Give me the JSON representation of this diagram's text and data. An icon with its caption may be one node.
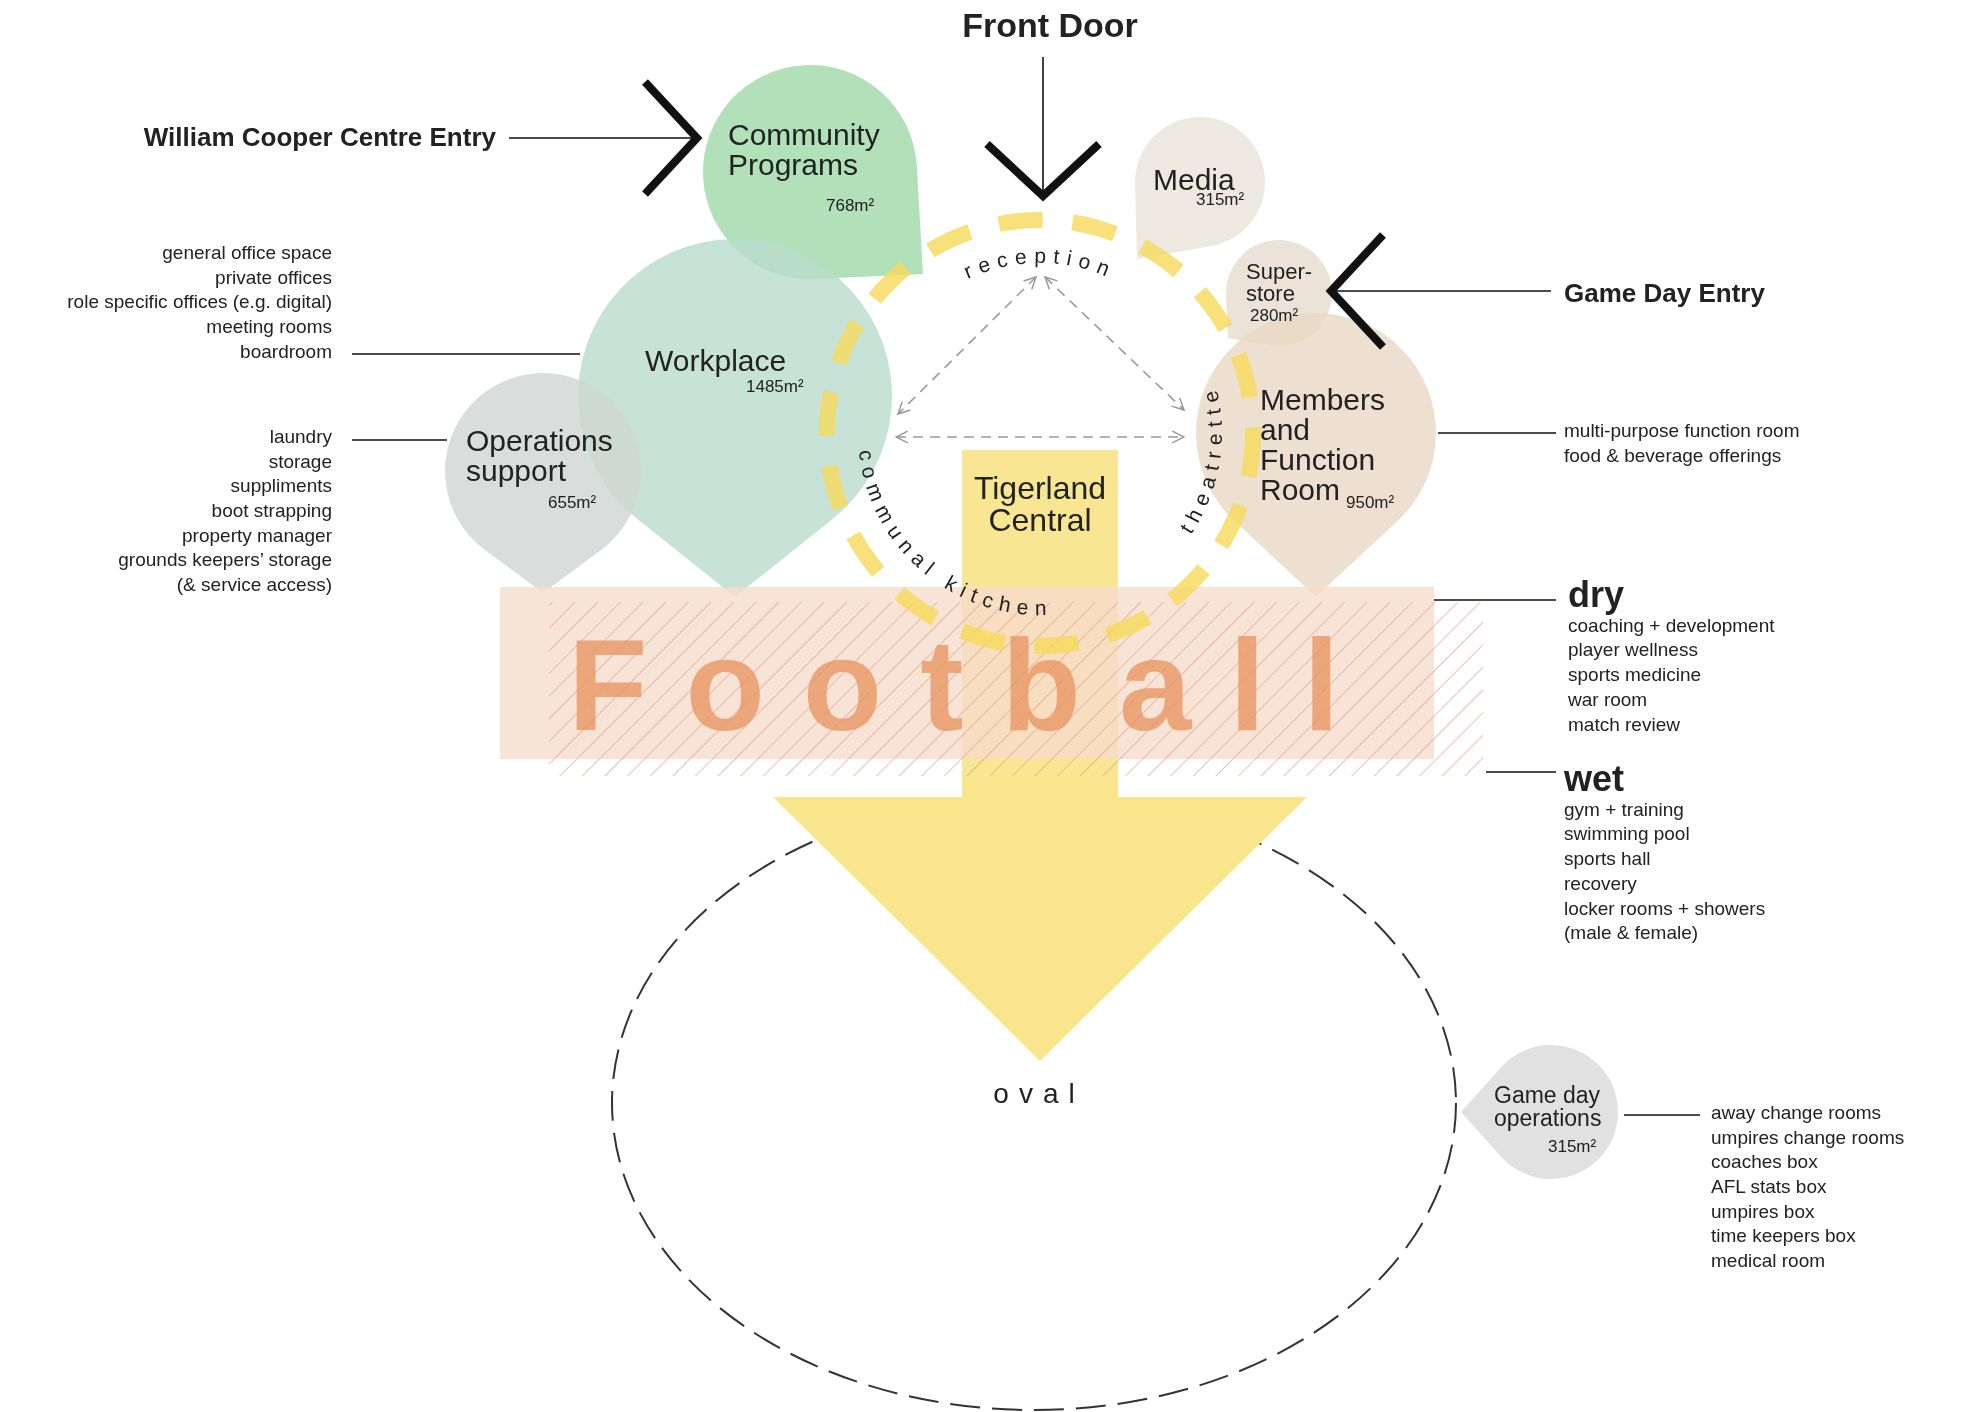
{
  "diagram": {
    "nodes": [
      {
        "text": [
          "Front Door"
        ]
      },
      {
        "text": [
          "William Cooper Centre Entry"
        ]
      },
      {
        "text": [
          "Community Programs",
          "768m²"
        ]
      },
      {
        "text": [
          "Media",
          "315m²"
        ]
      },
      {
        "text": [
          "Super-store",
          "280m²"
        ]
      },
      {
        "text": [
          "Game Day Entry"
        ]
      },
      {
        "text": [
          "Workplace",
          "1485m²"
        ]
      },
      {
        "text": [
          "general office space",
          "private offices",
          "role specific offices (e.g. digital)",
          "meeting rooms",
          "boardroom"
        ]
      },
      {
        "text": [
          "Operations support",
          "655m²"
        ]
      },
      {
        "text": [
          "laundry",
          "storage",
          "suppliments",
          "boot strapping",
          "property manager",
          "grounds keepers’ storage (& service access)"
        ]
      },
      {
        "text": [
          "reception"
        ]
      },
      {
        "text": [
          "communal kitchen"
        ]
      },
      {
        "text": [
          "theatrette"
        ]
      },
      {
        "text": [
          "Tigerland Central"
        ]
      },
      {
        "text": [
          "Members and Function Room",
          "950m²"
        ]
      },
      {
        "text": [
          "multi-purpose function room",
          "food & beverage offerings"
        ]
      },
      {
        "text": [
          "Football"
        ]
      },
      {
        "text": [],
        "shape": "box"
      },
      {
        "text": [
          "dry",
          "coaching + development",
          "player wellness",
          "sports medicine",
          "war room",
          "match review"
        ]
      },
      {
        "text": [
          "wet",
          "gym + training",
          "swimming pool",
          "sports hall",
          "recovery",
          "locker rooms + showers (male & female)"
        ]
      },
      {
        "text": [
          "oval"
        ]
      },
      {
        "text": [
          "Game day operations",
          "315m²"
        ]
      },
      {
        "text": [
          "away change rooms",
          "umpires change rooms",
          "coaches box",
          "AFL stats box",
          "umpires box",
          "time keepers box",
          "medical room"
        ]
      }
    ],
    "edges": [
      {
        "from": 0,
        "to": 10,
        "arrow": "to"
      },
      {
        "from": 1,
        "to": 2,
        "arrow": "to"
      },
      {
        "from": 5,
        "to": 4,
        "arrow": "to"
      },
      {
        "from": 7,
        "to": 6,
        "arrow": "none"
      },
      {
        "from": 9,
        "to": 8,
        "arrow": "none"
      },
      {
        "from": 10,
        "to": 11,
        "arrow": "both",
        "style": "dashed",
        "color": "#999999"
      },
      {
        "from": 10,
        "to": 12,
        "arrow": "both",
        "style": "dashed",
        "color": "#999999"
      },
      {
        "from": 11,
        "to": 12,
        "arrow": "both",
        "style": "dashed",
        "color": "#999999"
      },
      {
        "from": 15,
        "to": 14,
        "arrow": "none"
      },
      {
        "from": 18,
        "to": 16,
        "arrow": "none"
      },
      {
        "from": 19,
        "to": 17,
        "arrow": "none"
      },
      {
        "from": 13,
        "to": 20,
        "arrow": "to",
        "style": "thick",
        "color": "#f9e68c"
      },
      {
        "from": 22,
        "to": 21,
        "arrow": "none"
      }
    ]
  }
}
